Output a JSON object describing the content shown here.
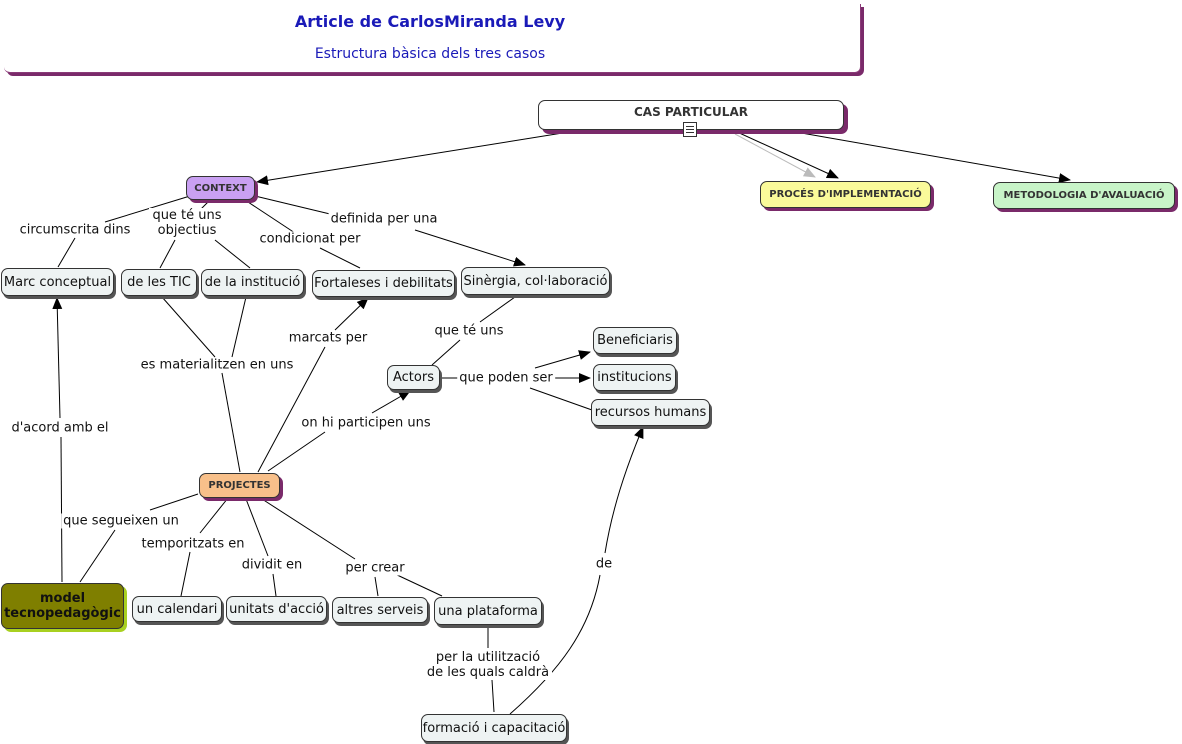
{
  "header": {
    "title": "Article de CarlosMiranda Levy",
    "subtitle": "Estructura bàsica dels tres casos"
  },
  "nodes": {
    "cas_particular": "CAS PARTICULAR",
    "context": "CONTEXT",
    "proces": "PROCÉS D'IMPLEMENTACIÓ",
    "metodologia": "METODOLOGIA D'AVALUACIÓ",
    "marc": "Marc conceptual",
    "tic": "de les TIC",
    "institucio": "de la institució",
    "fortaleses": "Fortaleses i debilitats",
    "sinergia": "Sinèrgia, col·laboració",
    "beneficiaris": "Beneficiaris",
    "institucions": "institucions",
    "recursos": "recursos humans",
    "actors": "Actors",
    "projectes": "PROJECTES",
    "model": "model tecnopedagògic",
    "calendari": "un calendari",
    "unitats": "unitats d'acció",
    "altres": "altres serveis",
    "plataforma": "una plataforma",
    "formacio": "formació i capacitació"
  },
  "links": {
    "circumscrita": "circumscrita dins",
    "objectius": "que té uns objectius",
    "condicionat": "condicionat per",
    "definida": "definida per una",
    "te_uns": "que té uns",
    "poden_ser": "que poden ser",
    "materialitzen": "es materialitzen en uns",
    "marcats": "marcats per",
    "participen": "on hi participen uns",
    "acord": "d'acord amb el",
    "segueixen": "que segueixen un",
    "temporitzats": "temporitzats en",
    "dividit": "dividit en",
    "per_crear": "per crear",
    "utilitzacio": "per la utilització de les quals caldrà",
    "de": "de"
  }
}
